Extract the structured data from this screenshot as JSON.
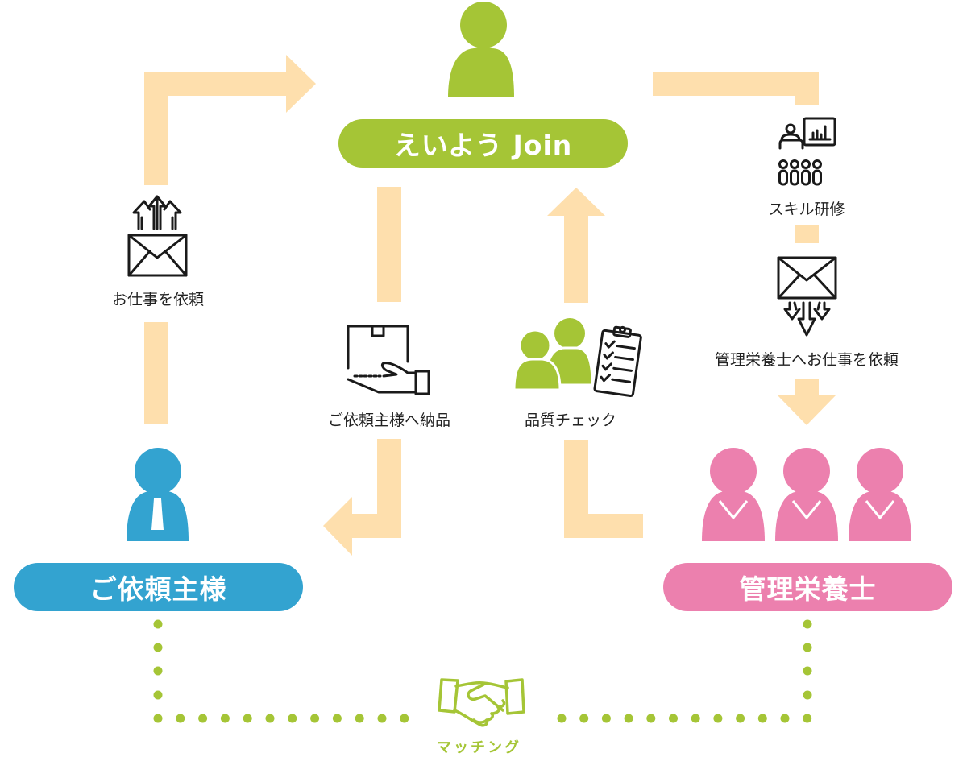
{
  "colors": {
    "arrow": "#fedfad",
    "green": "#a5c536",
    "blue": "#33a3d0",
    "pink": "#ec80ae",
    "icon_stroke": "#1a1a1a",
    "text": "#222222"
  },
  "nodes": {
    "eiyou_join": {
      "label": "えいよう Join",
      "icon": "person-icon"
    },
    "client": {
      "label": "ご依頼主様",
      "icon": "businessperson-icon"
    },
    "nutritionists": {
      "label": "管理栄養士",
      "icon": "group-of-three-persons-icon"
    }
  },
  "steps": [
    {
      "id": "request-work",
      "label": "お仕事を依頼",
      "icon": "mail-send-icon"
    },
    {
      "id": "deliver",
      "label": "ご依頼主様へ納品",
      "icon": "package-delivery-hand-icon"
    },
    {
      "id": "quality-check",
      "label": "品質チェック",
      "icon": "quality-check-clipboard-icon"
    },
    {
      "id": "skill-training",
      "label": "スキル研修",
      "icon": "training-presentation-icon"
    },
    {
      "id": "request-nutritionist",
      "label": "管理栄養士へお仕事を依頼",
      "icon": "mail-receive-icon"
    }
  ],
  "matching": {
    "label": "マッチング",
    "icon": "handshake-icon"
  }
}
